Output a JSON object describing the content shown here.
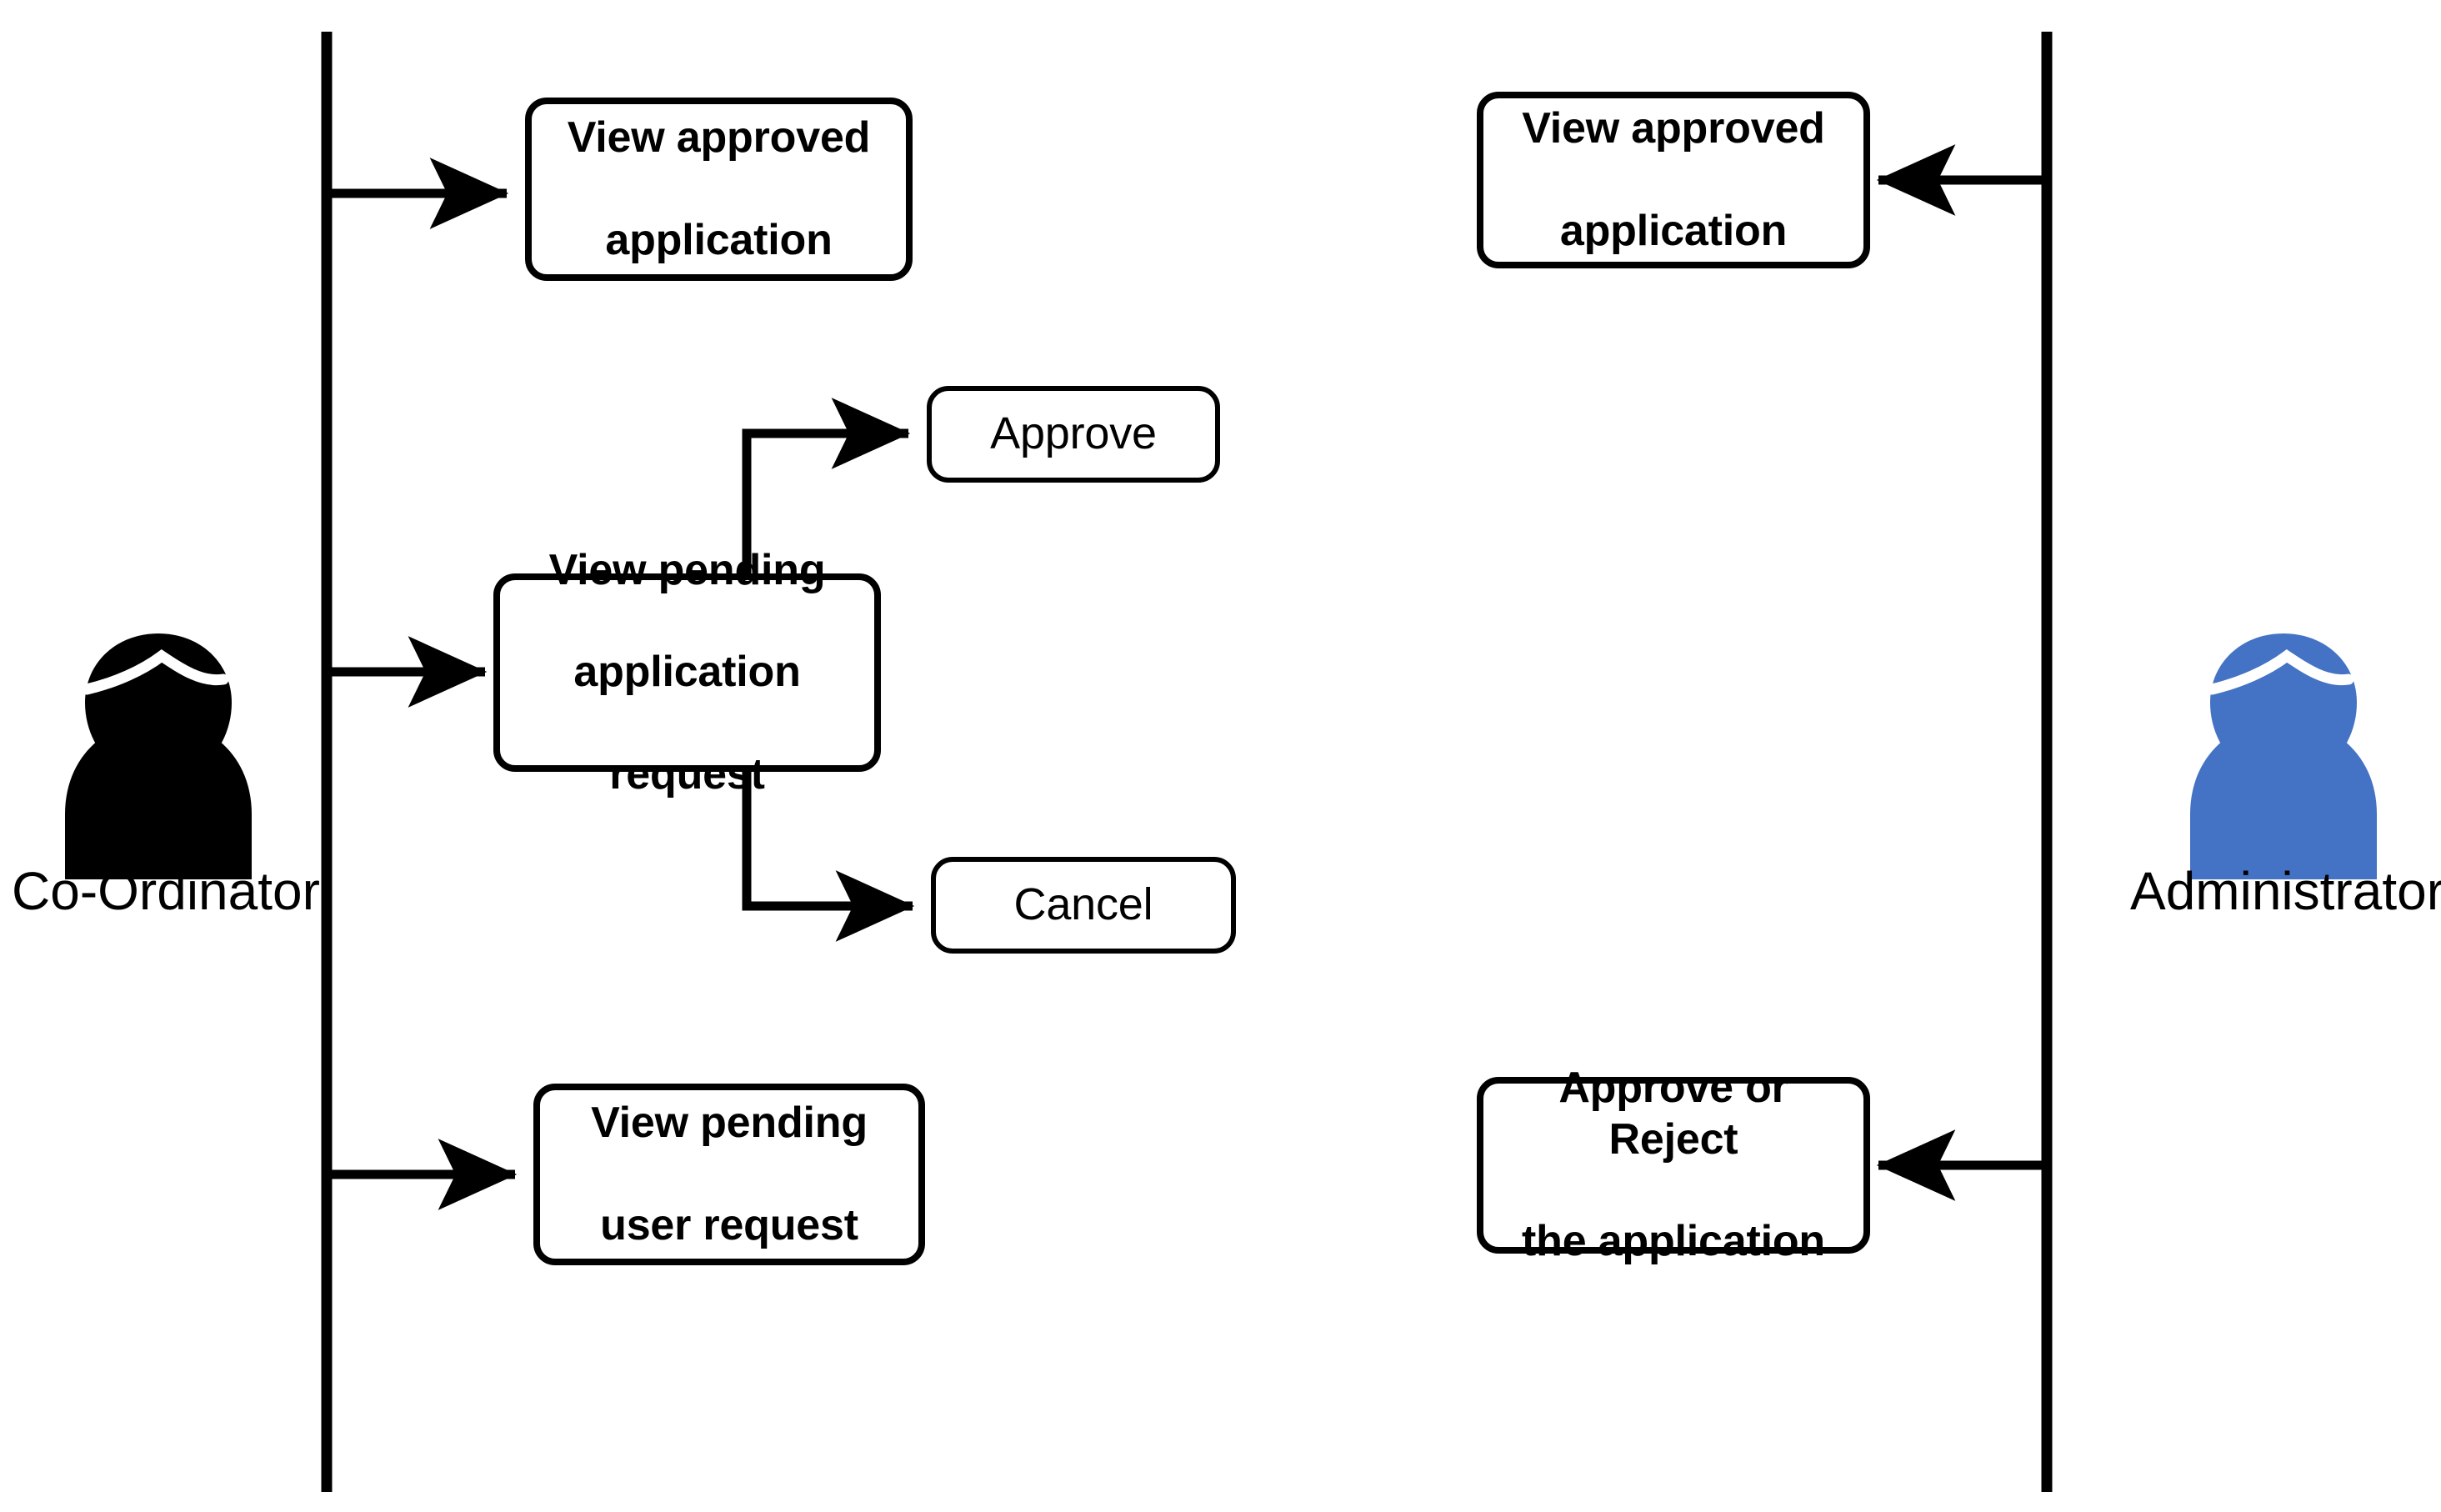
{
  "diagram": {
    "type": "activity-swimlane-diagram",
    "background_color": "#ffffff",
    "line_color": "#000000",
    "actors": [
      {
        "id": "coordinator",
        "label": "Co-Ordinator",
        "icon": "user-avatar-icon",
        "color": "#000000",
        "side": "left"
      },
      {
        "id": "administrator",
        "label": "Administrator",
        "icon": "user-avatar-icon",
        "color": "#4472C4",
        "side": "right"
      }
    ],
    "nodes": [
      {
        "id": "coord-view-approved",
        "lines": [
          "View approved",
          "application"
        ],
        "actor": "coordinator"
      },
      {
        "id": "coord-view-pending-app",
        "lines": [
          "View pending",
          "application",
          "request"
        ],
        "actor": "coordinator"
      },
      {
        "id": "approve",
        "lines": [
          "Approve"
        ],
        "actor": "coordinator"
      },
      {
        "id": "cancel",
        "lines": [
          "Cancel"
        ],
        "actor": "coordinator"
      },
      {
        "id": "coord-view-pending-user",
        "lines": [
          "View pending",
          "user request"
        ],
        "actor": "coordinator"
      },
      {
        "id": "admin-view-approved",
        "lines": [
          "View approved",
          "application"
        ],
        "actor": "administrator"
      },
      {
        "id": "admin-approve-reject",
        "lines": [
          "Approve or Reject",
          "the application"
        ],
        "actor": "administrator"
      }
    ],
    "edges": [
      {
        "from": "coordinator-lifeline",
        "to": "coord-view-approved",
        "direction": "right"
      },
      {
        "from": "coordinator-lifeline",
        "to": "coord-view-pending-app",
        "direction": "right"
      },
      {
        "from": "coord-view-pending-app",
        "to": "approve",
        "direction": "elbow-up-right"
      },
      {
        "from": "coord-view-pending-app",
        "to": "cancel",
        "direction": "elbow-down-right"
      },
      {
        "from": "coordinator-lifeline",
        "to": "coord-view-pending-user",
        "direction": "right"
      },
      {
        "from": "administrator-lifeline",
        "to": "admin-view-approved",
        "direction": "left"
      },
      {
        "from": "administrator-lifeline",
        "to": "admin-approve-reject",
        "direction": "left"
      }
    ]
  }
}
